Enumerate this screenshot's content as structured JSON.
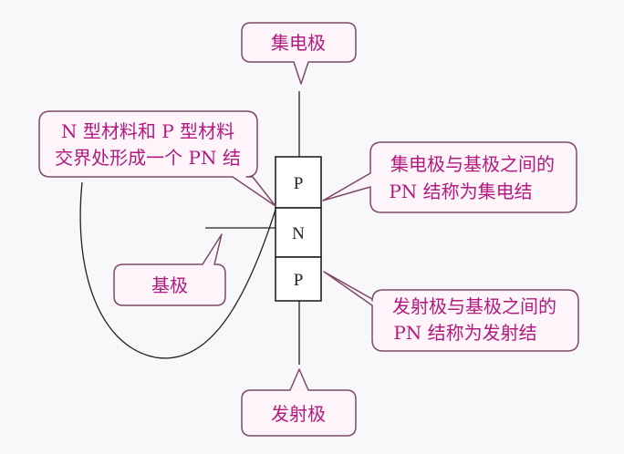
{
  "colors": {
    "callout_border": "#7d4b66",
    "callout_fill": "#fdf5f9",
    "text": "#b3197e",
    "line": "#222222"
  },
  "labels": {
    "collector": "集电极",
    "emitter": "发射极",
    "base": "基极",
    "junction_note": [
      "N 型材料和 P 型材料",
      "交界处形成一个 PN 结"
    ],
    "collector_junction": [
      "集电极与基极之间的",
      "PN 结称为集电结"
    ],
    "emitter_junction": [
      "发射极与基极之间的",
      "PN 结称为发射结"
    ]
  },
  "layers": [
    "P",
    "N",
    "P"
  ]
}
